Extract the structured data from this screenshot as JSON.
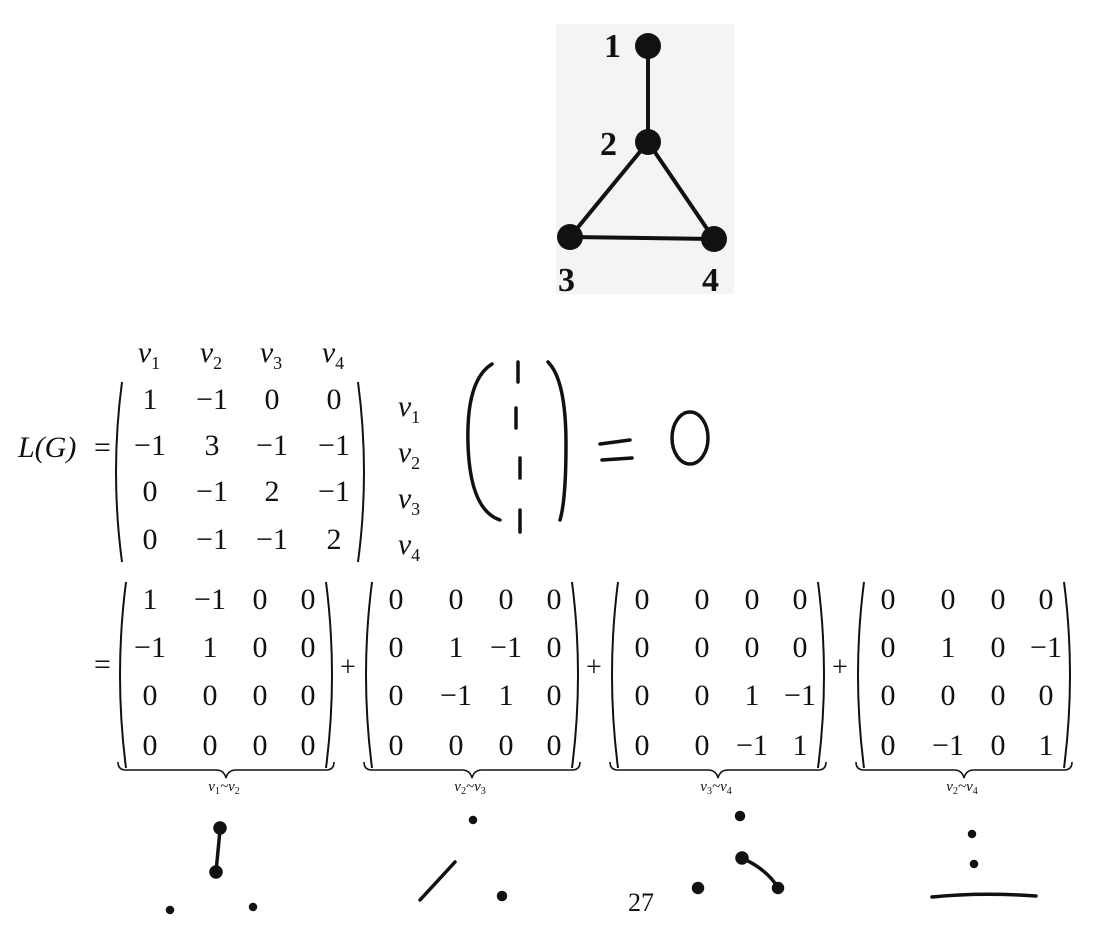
{
  "graph": {
    "nodes": [
      {
        "id": "1",
        "label": "1"
      },
      {
        "id": "2",
        "label": "2"
      },
      {
        "id": "3",
        "label": "3"
      },
      {
        "id": "4",
        "label": "4"
      }
    ],
    "edges": [
      [
        "1",
        "2"
      ],
      [
        "2",
        "3"
      ],
      [
        "2",
        "4"
      ],
      [
        "3",
        "4"
      ]
    ]
  },
  "column_labels": [
    {
      "base": "v",
      "sub": "1"
    },
    {
      "base": "v",
      "sub": "2"
    },
    {
      "base": "v",
      "sub": "3"
    },
    {
      "base": "v",
      "sub": "4"
    }
  ],
  "row_labels": [
    {
      "base": "v",
      "sub": "1"
    },
    {
      "base": "v",
      "sub": "2"
    },
    {
      "base": "v",
      "sub": "3"
    },
    {
      "base": "v",
      "sub": "4"
    }
  ],
  "laplacian": {
    "lhs": "L(G)",
    "equals": "=",
    "rows": [
      [
        "1",
        "−1",
        "0",
        "0"
      ],
      [
        "−1",
        "3",
        "−1",
        "−1"
      ],
      [
        "0",
        "−1",
        "2",
        "−1"
      ],
      [
        "0",
        "−1",
        "−1",
        "2"
      ]
    ]
  },
  "decomposition": {
    "equals": "=",
    "plus": "+",
    "terms": [
      {
        "rows": [
          [
            "1",
            "−1",
            "0",
            "0"
          ],
          [
            "−1",
            "1",
            "0",
            "0"
          ],
          [
            "0",
            "0",
            "0",
            "0"
          ],
          [
            "0",
            "0",
            "0",
            "0"
          ]
        ],
        "label": {
          "a": "v",
          "a_sub": "1",
          "sep": "~",
          "b": "v",
          "b_sub": "2"
        }
      },
      {
        "rows": [
          [
            "0",
            "0",
            "0",
            "0"
          ],
          [
            "0",
            "1",
            "−1",
            "0"
          ],
          [
            "0",
            "−1",
            "1",
            "0"
          ],
          [
            "0",
            "0",
            "0",
            "0"
          ]
        ],
        "label": {
          "a": "v",
          "a_sub": "2",
          "sep": "~",
          "b": "v",
          "b_sub": "3"
        }
      },
      {
        "rows": [
          [
            "0",
            "0",
            "0",
            "0"
          ],
          [
            "0",
            "0",
            "0",
            "0"
          ],
          [
            "0",
            "0",
            "1",
            "−1"
          ],
          [
            "0",
            "0",
            "−1",
            "1"
          ]
        ],
        "label": {
          "a": "v",
          "a_sub": "3",
          "sep": "~",
          "b": "v",
          "b_sub": "4"
        }
      },
      {
        "rows": [
          [
            "0",
            "0",
            "0",
            "0"
          ],
          [
            "0",
            "1",
            "0",
            "−1"
          ],
          [
            "0",
            "0",
            "0",
            "0"
          ],
          [
            "0",
            "−1",
            "0",
            "1"
          ]
        ],
        "label": {
          "a": "v",
          "a_sub": "2",
          "sep": "~",
          "b": "v",
          "b_sub": "4"
        }
      }
    ]
  },
  "handwritten_note": {
    "text": "( 1 1 1 1 ) = 0"
  },
  "page_number": "27"
}
